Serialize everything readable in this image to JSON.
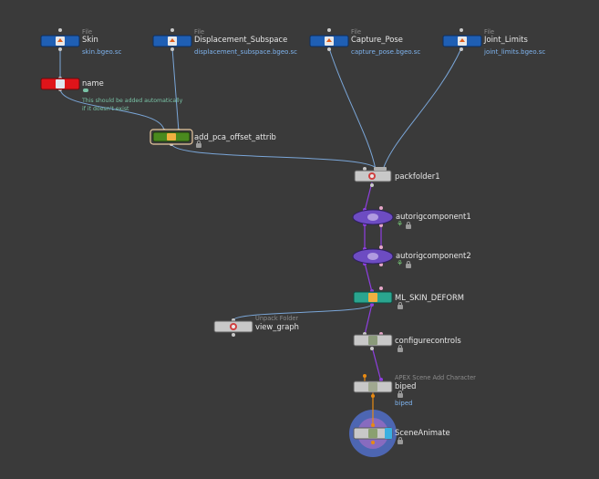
{
  "network": {
    "nodes": {
      "skin": {
        "type_label": "File",
        "name": "Skin",
        "file": "skin.bgeo.sc",
        "color": "#1f5fb4"
      },
      "displacement": {
        "type_label": "File",
        "name": "Displacement_Subspace",
        "file": "displacement_subspace.bgeo.sc",
        "color": "#1f5fb4"
      },
      "capture": {
        "type_label": "File",
        "name": "Capture_Pose",
        "file": "capture_pose.bgeo.sc",
        "color": "#1f5fb4"
      },
      "joint": {
        "type_label": "File",
        "name": "Joint_Limits",
        "file": "joint_limits.bgeo.sc",
        "color": "#1f5fb4"
      },
      "name": {
        "name": "name",
        "comment_line1": "This should be added automatically",
        "comment_line2": "if it doesn't exist",
        "color": "#e0141a"
      },
      "add_pca": {
        "name": "add_pca_offset_attrib",
        "color": "#4a8a1e"
      },
      "packfolder": {
        "name": "packfolder1",
        "color": "#c8c8c8"
      },
      "autorig1": {
        "name": "autorigcomponent1",
        "color": "#6d4cc2"
      },
      "autorig2": {
        "name": "autorigcomponent2",
        "color": "#6d4cc2"
      },
      "ml_skin": {
        "name": "ML_SKIN_DEFORM",
        "color": "#2aa58f"
      },
      "view_graph": {
        "type_label": "Unpack Folder",
        "name": "view_graph",
        "color": "#c8c8c8"
      },
      "configurecontrols": {
        "name": "configurecontrols",
        "color": "#c8c8c8"
      },
      "biped": {
        "type_label": "APEX Scene Add Character",
        "name": "biped",
        "sub": "biped",
        "color": "#c8c8c8"
      },
      "sceneanimate": {
        "name": "SceneAnimate",
        "color": "#c8c8c8"
      }
    },
    "colors": {
      "background": "#3a3a3a",
      "wire_default": "#7aa6d8",
      "wire_rig": "#8f3fe0",
      "wire_char": "#e88a12",
      "display_ring": "#4e68b8"
    }
  }
}
